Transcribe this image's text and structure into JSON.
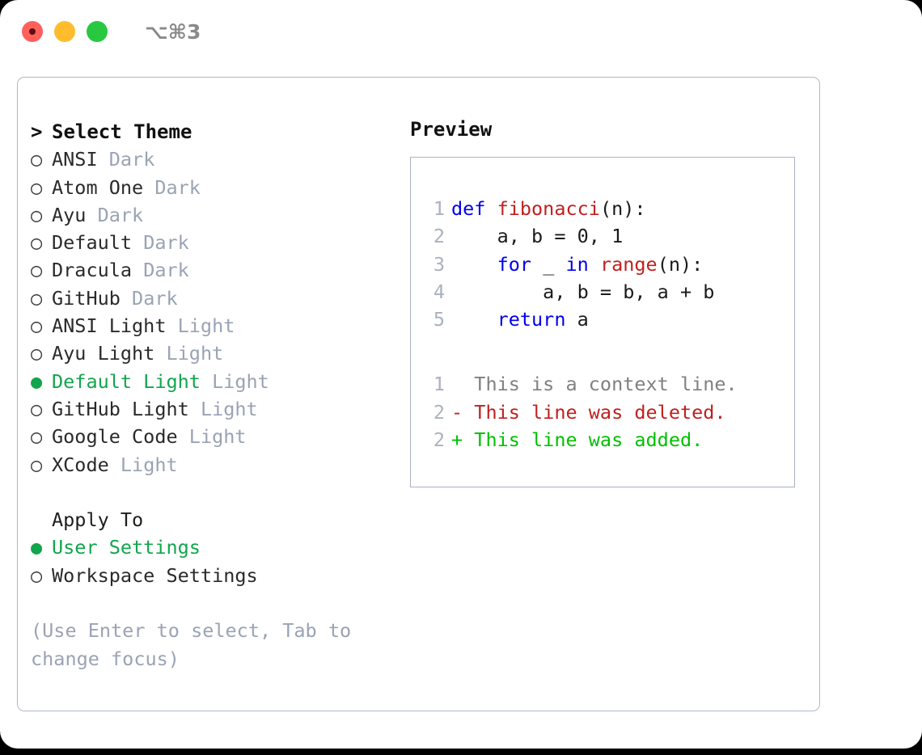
{
  "window": {
    "title": "⌥⌘3",
    "controls": [
      "close",
      "minimize",
      "maximize"
    ]
  },
  "themes": {
    "header_marker": ">",
    "header_label": "Select Theme",
    "items": [
      {
        "marker": "○",
        "label": "ANSI",
        "badge": "Dark",
        "selected": false
      },
      {
        "marker": "○",
        "label": "Atom One",
        "badge": "Dark",
        "selected": false
      },
      {
        "marker": "○",
        "label": "Ayu",
        "badge": "Dark",
        "selected": false
      },
      {
        "marker": "○",
        "label": "Default",
        "badge": "Dark",
        "selected": false
      },
      {
        "marker": "○",
        "label": "Dracula",
        "badge": "Dark",
        "selected": false
      },
      {
        "marker": "○",
        "label": "GitHub",
        "badge": "Dark",
        "selected": false
      },
      {
        "marker": "○",
        "label": "ANSI Light",
        "badge": "Light",
        "selected": false
      },
      {
        "marker": "○",
        "label": "Ayu Light",
        "badge": "Light",
        "selected": false
      },
      {
        "marker": "●",
        "label": "Default Light",
        "badge": "Light",
        "selected": true
      },
      {
        "marker": "○",
        "label": "GitHub Light",
        "badge": "Light",
        "selected": false
      },
      {
        "marker": "○",
        "label": "Google Code",
        "badge": "Light",
        "selected": false
      },
      {
        "marker": "○",
        "label": "XCode",
        "badge": "Light",
        "selected": false
      }
    ]
  },
  "apply_to": {
    "header_label": "Apply To",
    "items": [
      {
        "marker": "●",
        "label": "User Settings",
        "selected": true
      },
      {
        "marker": "○",
        "label": "Workspace Settings",
        "selected": false
      }
    ]
  },
  "hint": "(Use Enter to select, Tab to change focus)",
  "preview": {
    "title": "Preview",
    "code": [
      {
        "num": "1",
        "tokens": [
          {
            "t": "def ",
            "c": "kw"
          },
          {
            "t": "fibonacci",
            "c": "fn"
          },
          {
            "t": "(n):",
            "c": "plain"
          }
        ]
      },
      {
        "num": "2",
        "tokens": [
          {
            "t": "    a, b = 0, 1",
            "c": "plain"
          }
        ]
      },
      {
        "num": "3",
        "tokens": [
          {
            "t": "    ",
            "c": "plain"
          },
          {
            "t": "for",
            "c": "kw"
          },
          {
            "t": " _ ",
            "c": "plain"
          },
          {
            "t": "in ",
            "c": "kw"
          },
          {
            "t": "range",
            "c": "fn"
          },
          {
            "t": "(n):",
            "c": "plain"
          }
        ]
      },
      {
        "num": "4",
        "tokens": [
          {
            "t": "        a, b = b, a + b",
            "c": "plain"
          }
        ]
      },
      {
        "num": "5",
        "tokens": [
          {
            "t": "    ",
            "c": "plain"
          },
          {
            "t": "return",
            "c": "kw"
          },
          {
            "t": " a",
            "c": "plain"
          }
        ]
      }
    ],
    "diff": [
      {
        "num": "1",
        "sign": "  ",
        "text": "This is a context line.",
        "kind": "ctx"
      },
      {
        "num": "2",
        "sign": "- ",
        "text": "This line was deleted.",
        "kind": "del"
      },
      {
        "num": "2",
        "sign": "+ ",
        "text": "This line was added.",
        "kind": "add"
      }
    ]
  },
  "colors": {
    "selected_green": "#12a54d",
    "badge_gray": "#9aa3b4",
    "keyword_blue": "#0000ee",
    "function_red": "#c02020",
    "diff_added": "#00c000",
    "diff_deleted": "#c02020",
    "line_number": "#aab2bd",
    "border": "#b0b8c6"
  }
}
